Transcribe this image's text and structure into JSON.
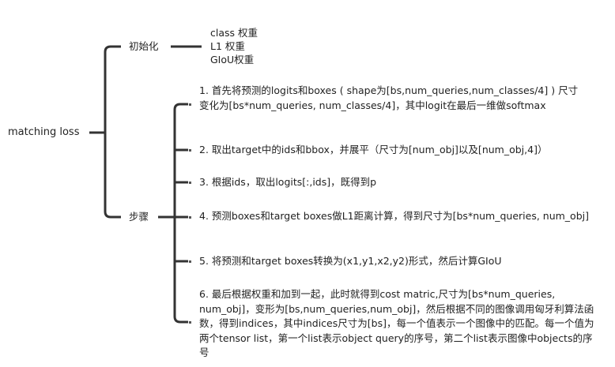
{
  "root": "matching loss",
  "init": {
    "label": "初始化",
    "items": [
      "class 权重",
      "L1 权重",
      "GIoU权重"
    ]
  },
  "steps": {
    "label": "步骤",
    "items": [
      "1. 首先将预测的logits和boxes ( shape为[bs,num_queries,num_classes/4] ) 尺寸变化为[bs*num_queries, num_classes/4]，其中logit在最后一维做softmax",
      "2. 取出target中的ids和bbox，并展平（尺寸为[num_obj]以及[num_obj,4]）",
      "3. 根据ids，取出logits[:,ids]，既得到p",
      "4. 预测boxes和target boxes做L1距离计算，得到尺寸为[bs*num_queries, num_obj]",
      "5. 将预测和target boxes转换为(x1,y1,x2,y2)形式，然后计算GIoU",
      "6. 最后根据权重和加到一起，此时就得到cost matric,尺寸为[bs*num_queries, num_obj]，变形为[bs,num_queries,num_obj]，然后根据不同的图像调用匈牙利算法函数，得到indices，其中indices尺寸为[bs]，每一个值表示一个图像中的匹配。每一个值为两个tensor list，第一个list表示object query的序号，第二个list表示图像中objects的序号"
    ]
  }
}
